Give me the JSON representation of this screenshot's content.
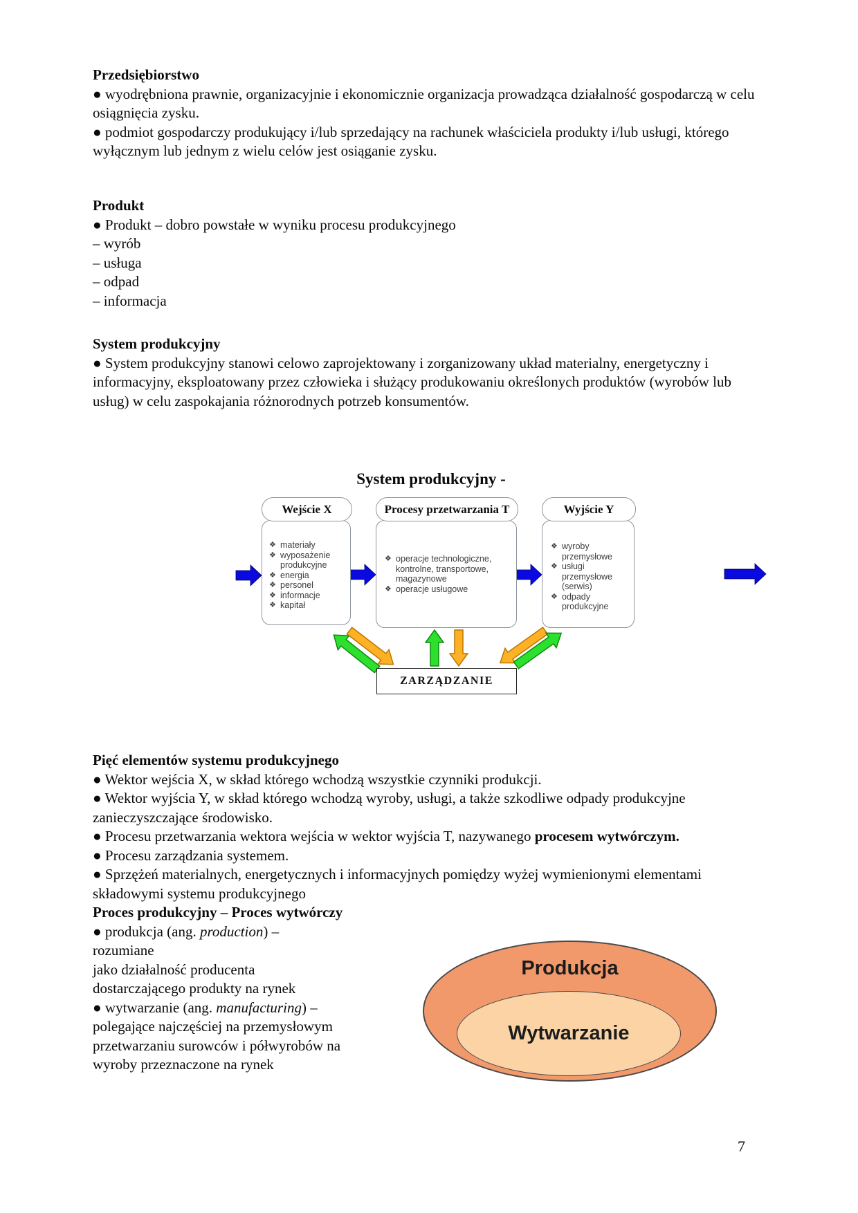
{
  "page": {
    "number": "7"
  },
  "sections": {
    "przedsiebiorstwo": {
      "heading": "Przedsiębiorstwo",
      "p1": "● wyodrębniona prawnie, organizacyjnie i ekonomicznie organizacja prowadząca działalność gospodarczą w celu osiągnięcia zysku.",
      "p2": "● podmiot gospodarczy produkujący i/lub sprzedający na rachunek właściciela produkty i/lub usługi, którego wyłącznym lub jednym z wielu celów jest osiąganie zysku."
    },
    "produkt": {
      "heading": "Produkt",
      "l1": "● Produkt – dobro powstałe w wyniku procesu produkcyjnego",
      "l2": "– wyrób",
      "l3": "– usługa",
      "l4": "– odpad",
      "l5": "– informacja"
    },
    "system_produkcyjny": {
      "heading": "System produkcyjny",
      "p1": "● System produkcyjny stanowi celowo zaprojektowany i zorganizowany układ materialny, energetyczny i informacyjny, eksploatowany przez człowieka i służący produkowaniu określonych produktów (wyrobów lub usług) w celu zaspokajania różnorodnych potrzeb konsumentów."
    },
    "five_elements": {
      "heading": "Pięć elementów systemu produkcyjnego",
      "item1": "● Wektor wejścia X, w skład którego wchodzą wszystkie czynniki produkcji.",
      "item2": "● Wektor wyjścia Y, w skład którego wchodzą wyroby, usługi, a także szkodliwe odpady produkcyjne zanieczyszczające środowisko.",
      "item3_text": "● Procesu przetwarzania wektora wejścia w wektor wyjścia T, nazywanego ",
      "item3_bold": "procesem wytwórczym.",
      "item4": "● Procesu zarządzania systemem.",
      "item5": "● Sprzężeń materialnych, energetycznych i informacyjnych pomiędzy wyżej wymienionymi elementami składowymi systemu produkcyjnego"
    },
    "proces": {
      "heading": "Proces produkcyjny – Proces wytwórczy",
      "l1_pre": "● produkcja (ang. ",
      "l1_it": "production",
      "l1_post": ") –",
      "l2": "rozumiane",
      "l3": "jako działalność producenta",
      "l4": "dostarczającego produkty na rynek",
      "l5_pre": "● wytwarzanie (ang. ",
      "l5_it": "manufacturing",
      "l5_post": ") –",
      "l6": "polegające najczęściej na przemysłowym",
      "l7": "przetwarzaniu surowców i półwyrobów na",
      "l8": "wyroby przeznaczone na rynek"
    }
  },
  "diagram": {
    "title": "System produkcyjny -",
    "bullet_glyph": "❖",
    "input_box": {
      "header": "Wejście X",
      "items": [
        "materiały",
        "wyposażenie produkcyjne",
        "energia",
        "personel",
        "informacje",
        "kapitał"
      ]
    },
    "process_box": {
      "header": "Procesy przetwarzania T",
      "items": [
        "operacje technologiczne, kontrolne, transportowe, magazynowe",
        "operacje usługowe"
      ]
    },
    "output_box": {
      "header": "Wyjście Y",
      "items": [
        "wyroby przemysłowe",
        "usługi przemysłowe (serwis)",
        "odpady produkcyjne"
      ]
    },
    "management_label": "ZARZĄDZANIE",
    "colors": {
      "arrow_blue": "#0a0ae0",
      "arrow_green": "#2ee02e",
      "arrow_green_outline": "#0c8a0c",
      "arrow_orange": "#ffb125",
      "arrow_orange_outline": "#b87700"
    }
  },
  "venn": {
    "outer_label": "Produkcja",
    "inner_label": "Wytwarzanie",
    "outer_color": "#f2996c",
    "inner_color": "#fbd3a4"
  }
}
